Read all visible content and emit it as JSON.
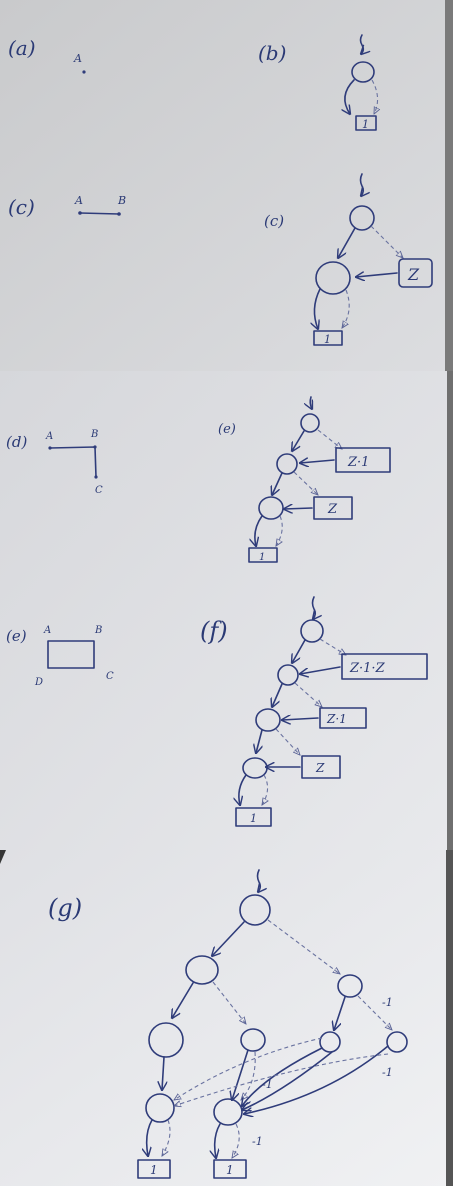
{
  "photos": [
    {
      "id": "photo-1",
      "panels": [
        {
          "tag": "(a)",
          "points": [
            "A"
          ]
        },
        {
          "tag": "(b)",
          "box": "1"
        },
        {
          "tag": "(c)",
          "points": [
            "A",
            "B"
          ]
        },
        {
          "tag": "(c)",
          "box_top": "Z",
          "box_bottom": "1"
        }
      ]
    },
    {
      "id": "photo-2",
      "panels": [
        {
          "tag": "(d)",
          "points": [
            "A",
            "B",
            "C"
          ]
        },
        {
          "tag": "(e)",
          "boxes": [
            "Z·1",
            "Z",
            "1"
          ]
        },
        {
          "tag": "(e)",
          "points": [
            "A",
            "B",
            "C",
            "D"
          ]
        },
        {
          "tag": "(f)",
          "boxes": [
            "Z·1·Z",
            "Z·1",
            "Z",
            "1"
          ]
        }
      ]
    },
    {
      "id": "photo-3",
      "panels": [
        {
          "tag": "(g)",
          "boxes": [
            "1",
            "1"
          ],
          "edge_labels": [
            "-1",
            "-1",
            "-1",
            "-1"
          ]
        }
      ]
    }
  ]
}
